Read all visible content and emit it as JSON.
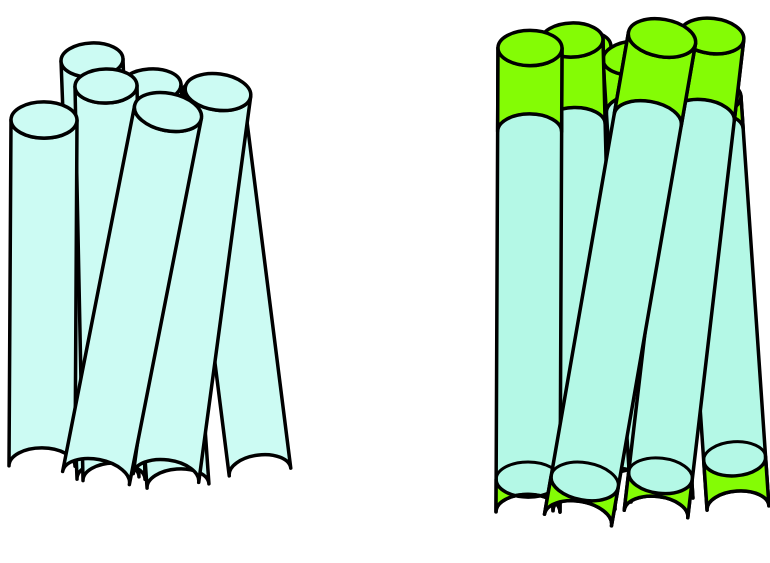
{
  "colors": {
    "background": "#ffffff",
    "outline": "#000000",
    "helix_fill": "#ccfbf3",
    "helix_fill_right": "#b4f8e6",
    "terminal_fill": "#84fc05"
  },
  "bundles": [
    {
      "name": "plain-bundle",
      "helix_count": 7,
      "terminal_segments": false
    },
    {
      "name": "terminal-highlighted-bundle",
      "helix_count": 7,
      "terminal_segments": true
    }
  ]
}
